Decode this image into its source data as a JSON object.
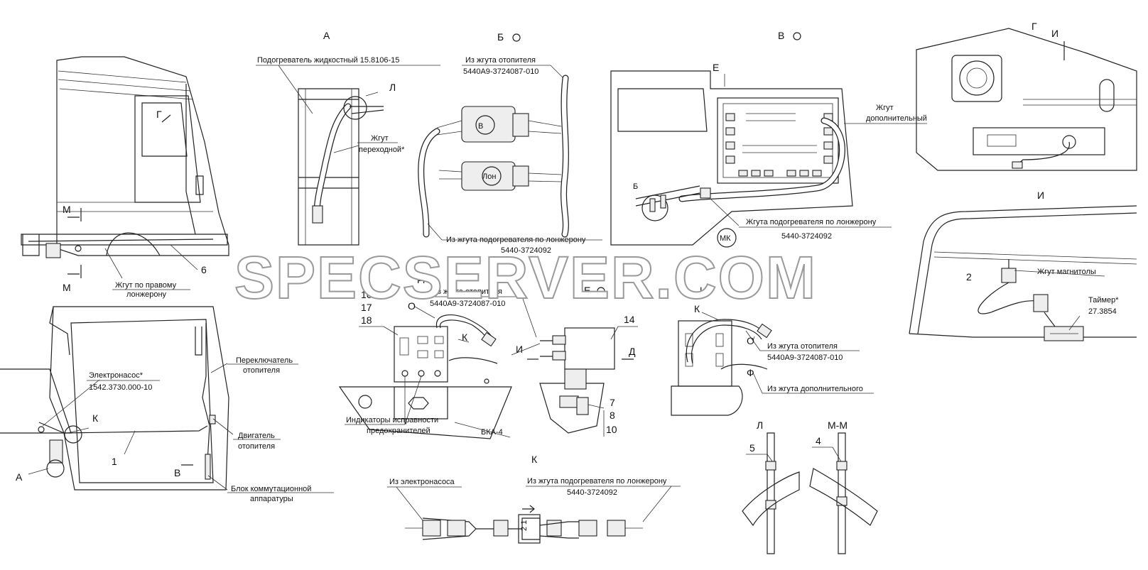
{
  "sections": {
    "A": "А",
    "B": "Б",
    "V": "В",
    "G": "Г",
    "I_top": "И",
    "E_mark": "Е",
    "E": "Е",
    "D": "Д",
    "I": "И",
    "I_right": "И",
    "K": "К",
    "L": "Л",
    "MM": "М-М"
  },
  "markers": {
    "L": "Л",
    "G": "Г",
    "M1": "М",
    "M2": "М",
    "n6": "6",
    "n1": "1",
    "A": "А",
    "K": "К",
    "V": "В",
    "B_conn": "В",
    "Lon": "Лон",
    "B_harness": "Б",
    "MK": "МК",
    "n2": "2",
    "n16": "16",
    "n17": "17",
    "n18": "18",
    "O": "О",
    "K2": "К",
    "O2": "О",
    "I2": "И",
    "D2": "Д",
    "n14": "14",
    "n7": "7",
    "n8": "8",
    "n10": "10",
    "K3": "К",
    "F": "Ф",
    "n5": "5",
    "n4": "4",
    "plug_mark": "2 1"
  },
  "callouts": {
    "heater": "Подогреватель жидкостный 15.8106-15",
    "jgut_perekhod1": "Жгут",
    "jgut_perekhod2": "переходной*",
    "from_heater_b1": "Из жгута отопителя",
    "from_heater_b2": "5440А9-3724087-010",
    "from_podogr_b1": "Из жгута подогревателя по лонжерону",
    "from_podogr_b2": "5440-3724092",
    "jgut_dop1": "Жгут",
    "jgut_dop2": "дополнительный",
    "jgut_podogr_v1": "Жгута подогревателя по лонжерону",
    "jgut_podogr_v2": "5440-3724092",
    "jgut_right1": "Жгут по правому",
    "jgut_right2": "лонжерону",
    "jgut_magnitoly": "Жгут магнитолы",
    "taimer1": "Таймер*",
    "taimer2": "27.3854",
    "d_from1": "Из жгута отопителя",
    "d_from2": "5440А9-3724087-010",
    "bka": "БКА-4",
    "indik1": "Индикаторы исправности",
    "indik2": "предохранителей",
    "elnasos1": "Электронасос*",
    "elnasos2": "1542.3730.000-10",
    "pereklyuch1": "Переключатель",
    "pereklyuch2": "отопителя",
    "dvigatel1": "Двигатель",
    "dvigatel2": "отопителя",
    "blok1": "Блок коммутационной",
    "blok2": "аппаратуры",
    "i_from1": "Из жгута отопителя",
    "i_from2": "5440А9-3724087-010",
    "i_dop": "Из жгута дополнительного",
    "k_nasos": "Из электронасоса",
    "k_podogr1": "Из жгута подогревателя по лонжерону",
    "k_podogr2": "5440-3724092"
  },
  "watermark": "SPECSERVER.COM"
}
